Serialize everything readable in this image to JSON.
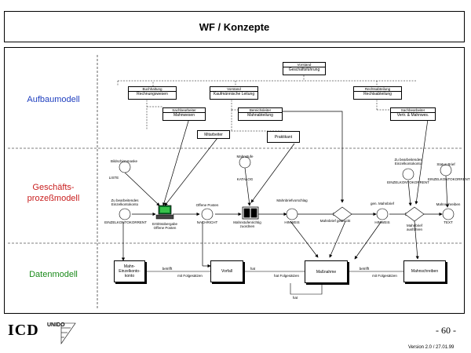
{
  "page": {
    "title": "WF / Konzepte",
    "page_number": "- 60 -",
    "version": "Version 2.0 / 27.01.99"
  },
  "lanes": {
    "aufbau": {
      "label": "Aufbaumodell",
      "color": "#1f3fbf"
    },
    "prozess": {
      "label1": "Geschäfts-",
      "label2": "prozeßmodell",
      "color": "#c81e1e"
    },
    "daten": {
      "label": "Datenmodell",
      "color": "#1a8a1a"
    }
  },
  "org": {
    "top": {
      "role": "Vorstand",
      "name": "Geschäftsführung"
    },
    "buchhaltung": {
      "role": "Buchhaltung",
      "name": "Rechnungswesen"
    },
    "kaufmann": {
      "role": "Vorstand",
      "name": "Kaufmännische Leitung"
    },
    "rechtsabt": {
      "role": "Rechtsabteilung",
      "name": "Rechtsabteilung"
    },
    "abteilung": {
      "role": "Sachbearbeiter",
      "name": "Mahnwesen"
    },
    "intern": {
      "role": "Bereichsleiter",
      "name": "Mahnabteilung"
    },
    "vertrieb": {
      "role": "Sachbearbeiter",
      "name": "Vertr. & Mahnwes."
    },
    "mitarbeiter": "Mitarbeiter",
    "praktikant": "Praktikant"
  },
  "process": {
    "e_start": "Bildschirmmaske",
    "e_start_sub": "LISTE",
    "e_konto": "Zu bearbeitendes Einzelkontokonto",
    "e_konto_sub": "EINZELKONTOKORRENT",
    "f_pc_label": "Ertrittsübergabe Offene Posten",
    "e_offen": "Offene Posten",
    "e_offen_sub": "NACHRICHT",
    "e_mahnstufe": "Mahnstufe",
    "e_mahnstufe_sub": "KATALOG",
    "f_mahn": "Mahnstufenrichtig zuordnen",
    "e_mahnvorschlag": "Mahnbriefvorschlag",
    "e_mahnvorschlag_sub": "HINWEIS",
    "f_gedruckt": "Mahnbrief gedruckt",
    "e_gen": "gen. Mahnbrief",
    "e_gen_sub": "HINWEIS",
    "e_bearb": "Zu bearbeitendes Einzelkontokonto",
    "e_bearb_sub": "EINZELKONTOKORRENT",
    "f_ausfuehren": "Mahnbrief ausführen",
    "e_status": "Status Brief",
    "e_status_sub": "EINZELKONTOKORRENT",
    "e_mahnschreiben": "Mahnschreiben",
    "e_mahnschreiben_sub": "TEXT"
  },
  "data": {
    "konto": "Mahn-Einzelkonto-konto",
    "vorfall": "Vorfall",
    "massnahme": "Maßnahme",
    "mahnschreiben": "Mahnschreiben",
    "rel_1": "betrifft",
    "rel_1b": "mit Folgesätzen",
    "rel_2": "hat",
    "rel_2b": "hat Folgesätzen",
    "rel_3": "betrifft",
    "rel_3b": "mit Folgesätzen",
    "rel_4": "hat"
  },
  "logo": {
    "icd": "ICD",
    "unido": "UNIDO"
  }
}
